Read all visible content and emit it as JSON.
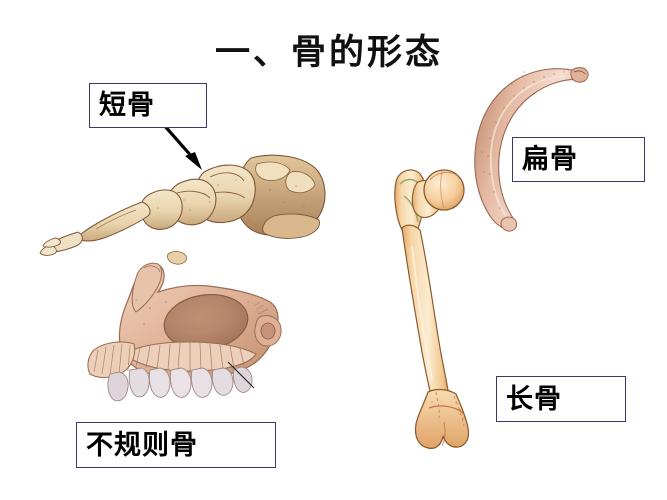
{
  "slide": {
    "title": "一、骨的形态",
    "background_color": "#ffffff",
    "box_border_color": "#39396b",
    "text_color": "#000000"
  },
  "labels": [
    {
      "id": "short",
      "text": "短骨",
      "meaning": "short bone"
    },
    {
      "id": "flat",
      "text": "扁骨",
      "meaning": "flat bone"
    },
    {
      "id": "long",
      "text": "长骨",
      "meaning": "long bone"
    },
    {
      "id": "irregular",
      "text": "不规则骨",
      "meaning": "irregular bone"
    }
  ],
  "figures": [
    {
      "id": "foot",
      "name": "foot-skeleton-illustration",
      "bone_color": "#e8d3ae"
    },
    {
      "id": "maxilla",
      "name": "maxilla-bone-illustration",
      "bone_color": "#e0b9a4"
    },
    {
      "id": "femur",
      "name": "femur-bone-illustration",
      "bone_color": "#f2c893"
    },
    {
      "id": "rib",
      "name": "rib-bone-illustration",
      "bone_color": "#e8c0ab"
    }
  ],
  "annotations": {
    "arrow_short_bone": "arrow-pointing-to-tarsal-bones"
  }
}
